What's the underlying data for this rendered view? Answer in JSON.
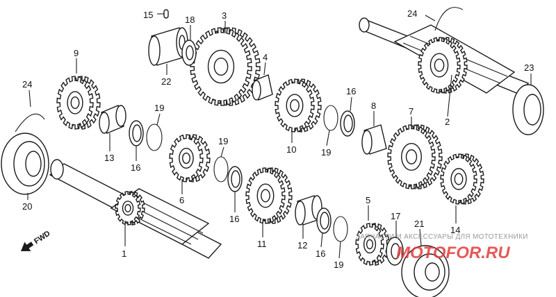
{
  "callouts": [
    {
      "id": "c1",
      "text": "1"
    },
    {
      "id": "c2",
      "text": "2"
    },
    {
      "id": "c3",
      "text": "3"
    },
    {
      "id": "c4",
      "text": "4"
    },
    {
      "id": "c5",
      "text": "5"
    },
    {
      "id": "c6",
      "text": "6"
    },
    {
      "id": "c7",
      "text": "7"
    },
    {
      "id": "c8",
      "text": "8"
    },
    {
      "id": "c9",
      "text": "9"
    },
    {
      "id": "c10",
      "text": "10"
    },
    {
      "id": "c11",
      "text": "11"
    },
    {
      "id": "c12",
      "text": "12"
    },
    {
      "id": "c13",
      "text": "13"
    },
    {
      "id": "c14",
      "text": "14"
    },
    {
      "id": "c15",
      "text": "15"
    },
    {
      "id": "c16a",
      "text": "16"
    },
    {
      "id": "c16b",
      "text": "16"
    },
    {
      "id": "c16c",
      "text": "16"
    },
    {
      "id": "c16d",
      "text": "16"
    },
    {
      "id": "c17",
      "text": "17"
    },
    {
      "id": "c18",
      "text": "18"
    },
    {
      "id": "c19a",
      "text": "19"
    },
    {
      "id": "c19b",
      "text": "19"
    },
    {
      "id": "c19c",
      "text": "19"
    },
    {
      "id": "c19d",
      "text": "19"
    },
    {
      "id": "c20",
      "text": "20"
    },
    {
      "id": "c21",
      "text": "21"
    },
    {
      "id": "c22",
      "text": "22"
    },
    {
      "id": "c23",
      "text": "23"
    },
    {
      "id": "c24a",
      "text": "24"
    },
    {
      "id": "c24b",
      "text": "24"
    }
  ],
  "direction_label": "FWD",
  "watermark": {
    "tagline": "ЗАПЧАСТИ И АКСЕССУАРЫ ДЛЯ МОТОТЕХНИКИ",
    "site": "MOTOFOR.RU"
  },
  "colors": {
    "ink": "#1a1a1a",
    "watermark_text": "#9a9a9a",
    "watermark_brand": "#e23b3b"
  }
}
